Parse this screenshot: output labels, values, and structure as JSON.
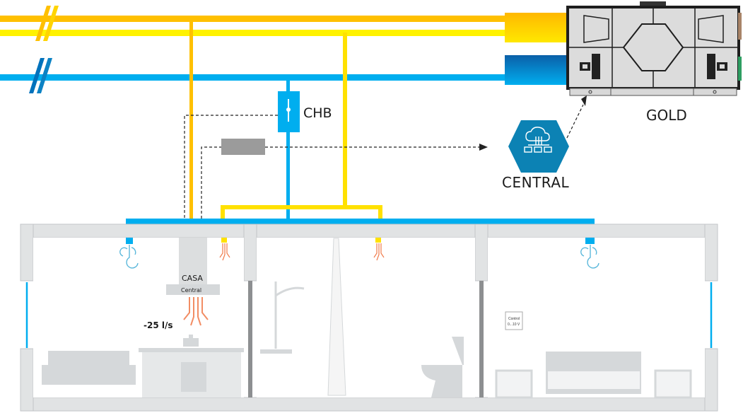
{
  "diagram": {
    "labels": {
      "chb": "CHB",
      "gold": "GOLD",
      "central": "CENTRAL",
      "casa": "CASA",
      "casa_sub": "Central",
      "flow": "-25 l/s",
      "control_line1": "Control",
      "control_line2": "0...10 V"
    },
    "colors": {
      "supply_warm": "#FFC000",
      "supply_yellow": "#FFE100",
      "extract_blue": "#00AEEF",
      "dark_blue": "#0072BC",
      "central_hex": "#0C82B4",
      "wall": "#E1E3E4",
      "wall_edge": "#C3C6C8",
      "furniture": "#D5D8DA",
      "unit_body": "#DDDDDD",
      "unit_outline": "#1E1E1E",
      "damper_grey": "#9B9B9B"
    },
    "components": [
      {
        "name": "GOLD",
        "type": "air handling unit"
      },
      {
        "name": "CHB",
        "type": "damper box"
      },
      {
        "name": "CENTRAL",
        "type": "cloud controller"
      },
      {
        "name": "CASA Central",
        "type": "cooker hood"
      }
    ],
    "rooms": [
      "kitchen-living",
      "bathroom",
      "bedroom"
    ]
  }
}
